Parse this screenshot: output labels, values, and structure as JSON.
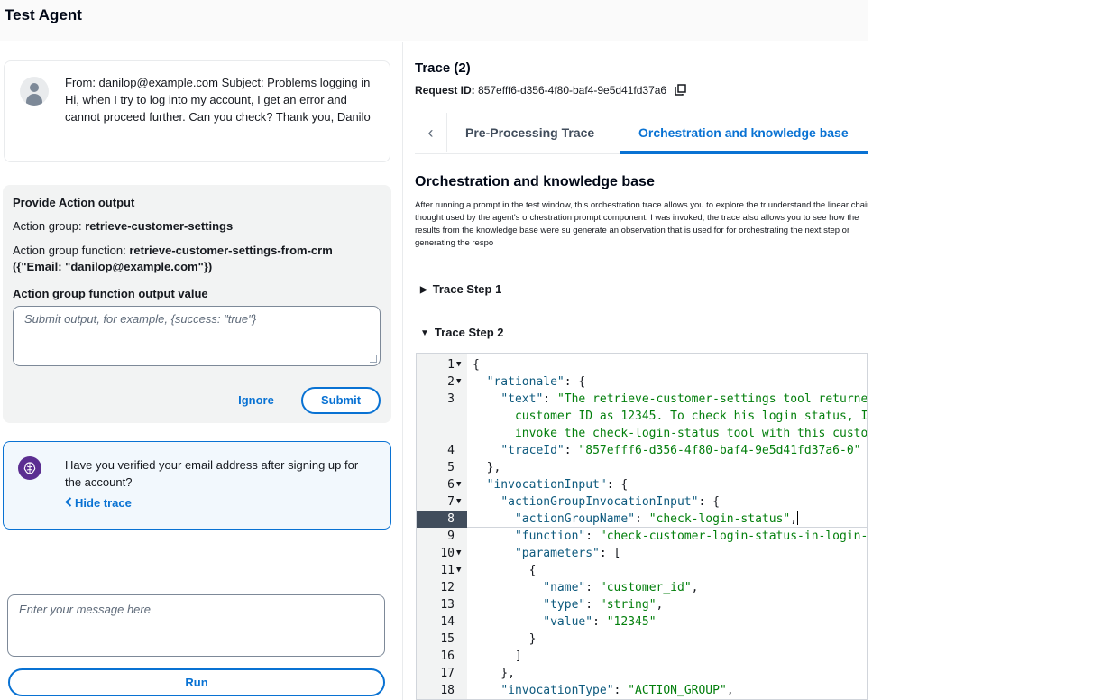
{
  "header": {
    "title": "Test Agent"
  },
  "user_message": {
    "text": "From: danilop@example.com Subject: Problems logging in Hi, when I try to log into my account, I get an error and cannot proceed further. Can you check? Thank you, Danilo"
  },
  "action_output": {
    "title": "Provide Action output",
    "group_label": "Action group: ",
    "group_value": "retrieve-customer-settings",
    "function_label": "Action group function: ",
    "function_value": "retrieve-customer-settings-from-crm ({\"Email: \"danilop@example.com\"})",
    "output_label": "Action group function output value",
    "output_placeholder": "Submit output, for example, {success: \"true\"}",
    "ignore_label": "Ignore",
    "submit_label": "Submit"
  },
  "agent_message": {
    "text": "Have you verified your email address after signing up for the account?",
    "hide_trace_label": "Hide trace"
  },
  "composer": {
    "placeholder": "Enter your message here",
    "run_label": "Run"
  },
  "trace": {
    "title": "Trace (2)",
    "request_id_label": "Request ID: ",
    "request_id": "857efff6-d356-4f80-baf4-9e5d41fd37a6",
    "tabs": [
      {
        "label": "Pre-Processing Trace",
        "active": false
      },
      {
        "label": "Orchestration and knowledge base",
        "active": true
      }
    ],
    "section_title": "Orchestration and knowledge base",
    "section_description": "After running a prompt in the test window, this orchestration trace allows you to explore the tr understand the linear chain of thought used by the agent's orchestration prompt component. I was invoked, the trace also allows you to see how the results from the knowledge base were su generate an observation that is used for for orchestrating the next step or generating the respo",
    "steps": [
      {
        "label": "Trace Step 1",
        "expanded": false
      },
      {
        "label": "Trace Step 2",
        "expanded": true
      }
    ],
    "code_lines": [
      {
        "n": "1",
        "fold": true,
        "html": "{"
      },
      {
        "n": "2",
        "fold": true,
        "html": "  <span class=\"k\">\"rationale\"</span>: {"
      },
      {
        "n": "3",
        "fold": false,
        "html": "    <span class=\"k\">\"text\"</span>: <span class=\"s\">\"The retrieve-customer-settings tool returned</span>"
      },
      {
        "n": "",
        "fold": false,
        "html": "      <span class=\"s\">customer ID as 12345. To check his login status, I</span>"
      },
      {
        "n": "",
        "fold": false,
        "html": "      <span class=\"s\">invoke the check-login-status tool with this customer</span>"
      },
      {
        "n": "4",
        "fold": false,
        "html": "    <span class=\"k\">\"traceId\"</span>: <span class=\"s\">\"857efff6-d356-4f80-baf4-9e5d41fd37a6-0\"</span>"
      },
      {
        "n": "5",
        "fold": false,
        "html": "  },"
      },
      {
        "n": "6",
        "fold": true,
        "html": "  <span class=\"k\">\"invocationInput\"</span>: {"
      },
      {
        "n": "7",
        "fold": true,
        "html": "    <span class=\"k\">\"actionGroupInvocationInput\"</span>: {"
      },
      {
        "n": "8",
        "fold": false,
        "active": true,
        "html": "      <span class=\"k\">\"actionGroupName\"</span>: <span class=\"s\">\"check-login-status\"</span>,<span class=\"caret\"></span>"
      },
      {
        "n": "9",
        "fold": false,
        "html": "      <span class=\"k\">\"function\"</span>: <span class=\"s\">\"check-customer-login-status-in-login-system\"</span>"
      },
      {
        "n": "10",
        "fold": true,
        "html": "      <span class=\"k\">\"parameters\"</span>: ["
      },
      {
        "n": "11",
        "fold": true,
        "html": "        {"
      },
      {
        "n": "12",
        "fold": false,
        "html": "          <span class=\"k\">\"name\"</span>: <span class=\"s\">\"customer_id\"</span>,"
      },
      {
        "n": "13",
        "fold": false,
        "html": "          <span class=\"k\">\"type\"</span>: <span class=\"s\">\"string\"</span>,"
      },
      {
        "n": "14",
        "fold": false,
        "html": "          <span class=\"k\">\"value\"</span>: <span class=\"s\">\"12345\"</span>"
      },
      {
        "n": "15",
        "fold": false,
        "html": "        }"
      },
      {
        "n": "16",
        "fold": false,
        "html": "      ]"
      },
      {
        "n": "17",
        "fold": false,
        "html": "    },"
      },
      {
        "n": "18",
        "fold": false,
        "html": "    <span class=\"k\">\"invocationType\"</span>: <span class=\"s\">\"ACTION_GROUP\"</span>,"
      }
    ]
  },
  "colors": {
    "accent": "#0972d3",
    "agent_icon": "#5b2e91"
  },
  "icons": {
    "avatar": "user-avatar-icon",
    "copy": "copy-icon",
    "agent": "brain-icon",
    "chevron": "chevron-left-icon"
  }
}
